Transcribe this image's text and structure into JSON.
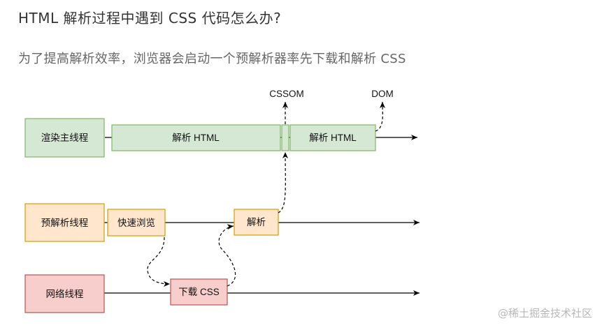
{
  "header": {
    "title": "HTML 解析过程中遇到 CSS 代码怎么办?",
    "subtitle": "为了提高解析效率，浏览器会启动一个预解析器率先下载和解析 CSS"
  },
  "diagram": {
    "threads": {
      "main": "渲染主线程",
      "preparse": "预解析线程",
      "network": "网络线程"
    },
    "tasks": {
      "parse_html_1": "解析 HTML",
      "parse_html_2": "解析 HTML",
      "quick_browse": "快速浏览",
      "parse": "解析",
      "download_css": "下载 CSS"
    },
    "outputs": {
      "cssom": "CSSOM",
      "dom": "DOM"
    }
  },
  "watermark": "@稀土掘金技术社区",
  "colors": {
    "green_fill": "#d5e8d4",
    "green_stroke": "#82b366",
    "orange_fill": "#ffe6cc",
    "orange_stroke": "#d79b00",
    "red_fill": "#f8cecc",
    "red_stroke": "#b85450"
  }
}
